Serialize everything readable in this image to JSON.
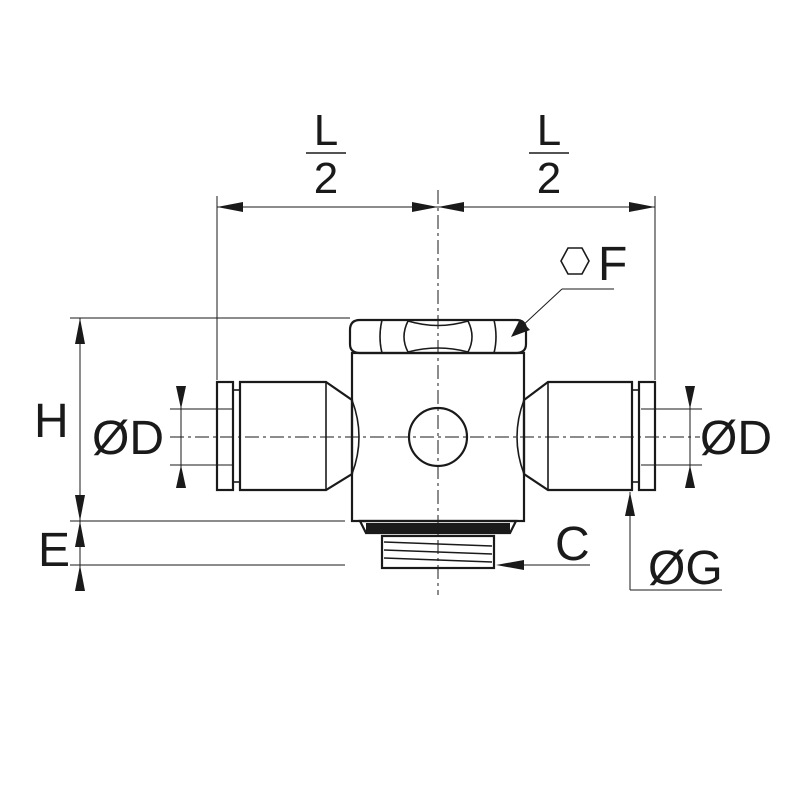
{
  "dimensions": {
    "left_half_numerator": "L",
    "left_half_denominator": "2",
    "right_half_numerator": "L",
    "right_half_denominator": "2",
    "hex_label": "F",
    "height_label": "H",
    "thread_height_label": "E",
    "tube_diameter_left": "ØD",
    "tube_diameter_right": "ØD",
    "thread_label": "C",
    "outer_diameter_label": "ØG"
  },
  "icons": {
    "hex_symbol": "hexagon-icon"
  },
  "colors": {
    "line": "#1a1a1a",
    "background": "#ffffff"
  }
}
